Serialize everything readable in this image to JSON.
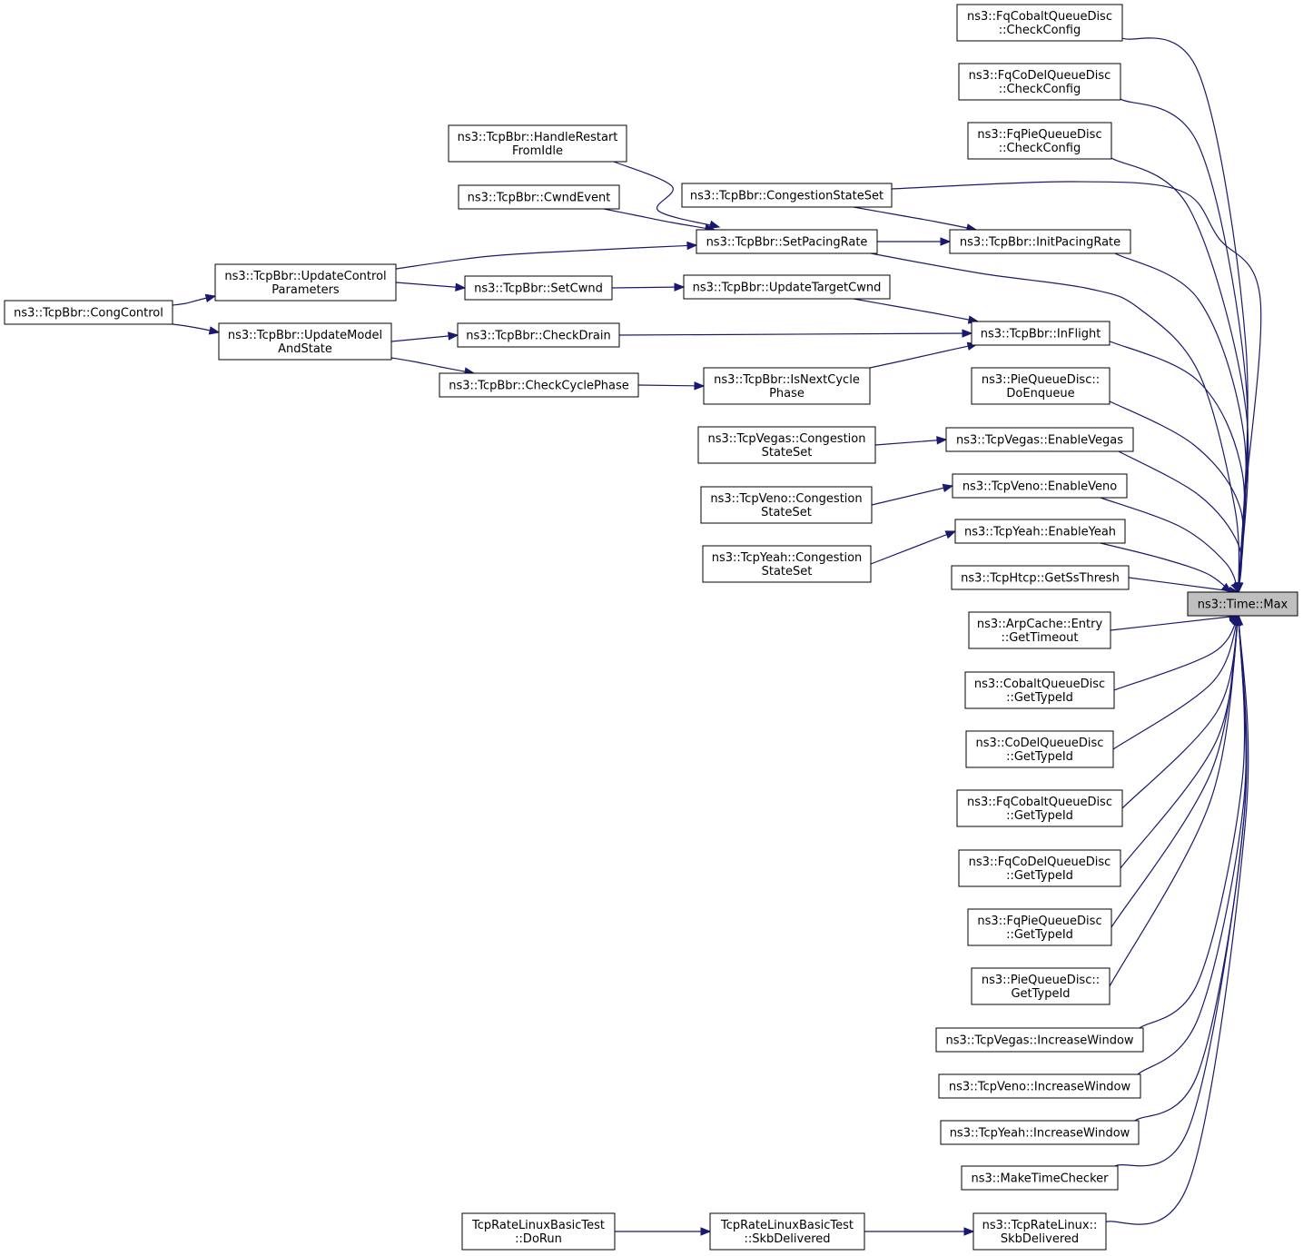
{
  "diagram": {
    "type": "call-graph",
    "target": "max",
    "colors": {
      "edge": "#191970",
      "node_border": "#000000",
      "node_fill": "#ffffff",
      "target_fill": "#bfbfbf"
    },
    "nodes": [
      {
        "id": "max",
        "lines": [
          "ns3::Time::Max"
        ]
      },
      {
        "id": "fqcobalt_checkconfig",
        "lines": [
          "ns3::FqCobaltQueueDisc",
          "::CheckConfig"
        ]
      },
      {
        "id": "fqcodel_checkconfig",
        "lines": [
          "ns3::FqCoDelQueueDisc",
          "::CheckConfig"
        ]
      },
      {
        "id": "fqpie_checkconfig",
        "lines": [
          "ns3::FqPieQueueDisc",
          "::CheckConfig"
        ]
      },
      {
        "id": "bbr_handlerestart",
        "lines": [
          "ns3::TcpBbr::HandleRestart",
          "FromIdle"
        ]
      },
      {
        "id": "bbr_congestionstateset",
        "lines": [
          "ns3::TcpBbr::CongestionStateSet"
        ]
      },
      {
        "id": "bbr_cwndevent",
        "lines": [
          "ns3::TcpBbr::CwndEvent"
        ]
      },
      {
        "id": "bbr_setpacingrate",
        "lines": [
          "ns3::TcpBbr::SetPacingRate"
        ]
      },
      {
        "id": "bbr_initpacingrate",
        "lines": [
          "ns3::TcpBbr::InitPacingRate"
        ]
      },
      {
        "id": "bbr_updatecontrol",
        "lines": [
          "ns3::TcpBbr::UpdateControl",
          "Parameters"
        ]
      },
      {
        "id": "bbr_setcwnd",
        "lines": [
          "ns3::TcpBbr::SetCwnd"
        ]
      },
      {
        "id": "bbr_updatetargetcwnd",
        "lines": [
          "ns3::TcpBbr::UpdateTargetCwnd"
        ]
      },
      {
        "id": "bbr_congcontrol",
        "lines": [
          "ns3::TcpBbr::CongControl"
        ]
      },
      {
        "id": "bbr_updatemodel",
        "lines": [
          "ns3::TcpBbr::UpdateModel",
          "AndState"
        ]
      },
      {
        "id": "bbr_checkdrain",
        "lines": [
          "ns3::TcpBbr::CheckDrain"
        ]
      },
      {
        "id": "bbr_inflight",
        "lines": [
          "ns3::TcpBbr::InFlight"
        ]
      },
      {
        "id": "bbr_checkcyclephase",
        "lines": [
          "ns3::TcpBbr::CheckCyclePhase"
        ]
      },
      {
        "id": "bbr_isnextcycle",
        "lines": [
          "ns3::TcpBbr::IsNextCycle",
          "Phase"
        ]
      },
      {
        "id": "pie_doenqueue",
        "lines": [
          "ns3::PieQueueDisc::",
          "DoEnqueue"
        ]
      },
      {
        "id": "vegas_congestionstateset",
        "lines": [
          "ns3::TcpVegas::Congestion",
          "StateSet"
        ]
      },
      {
        "id": "vegas_enable",
        "lines": [
          "ns3::TcpVegas::EnableVegas"
        ]
      },
      {
        "id": "veno_congestionstateset",
        "lines": [
          "ns3::TcpVeno::Congestion",
          "StateSet"
        ]
      },
      {
        "id": "veno_enable",
        "lines": [
          "ns3::TcpVeno::EnableVeno"
        ]
      },
      {
        "id": "yeah_congestionstateset",
        "lines": [
          "ns3::TcpYeah::Congestion",
          "StateSet"
        ]
      },
      {
        "id": "yeah_enable",
        "lines": [
          "ns3::TcpYeah::EnableYeah"
        ]
      },
      {
        "id": "htcp_getssthresh",
        "lines": [
          "ns3::TcpHtcp::GetSsThresh"
        ]
      },
      {
        "id": "arpcache_gettimeout",
        "lines": [
          "ns3::ArpCache::Entry",
          "::GetTimeout"
        ]
      },
      {
        "id": "cobalt_gettypeid",
        "lines": [
          "ns3::CobaltQueueDisc",
          "::GetTypeId"
        ]
      },
      {
        "id": "codel_gettypeid",
        "lines": [
          "ns3::CoDelQueueDisc",
          "::GetTypeId"
        ]
      },
      {
        "id": "fqcobalt_gettypeid",
        "lines": [
          "ns3::FqCobaltQueueDisc",
          "::GetTypeId"
        ]
      },
      {
        "id": "fqcodel_gettypeid",
        "lines": [
          "ns3::FqCoDelQueueDisc",
          "::GetTypeId"
        ]
      },
      {
        "id": "fqpie_gettypeid",
        "lines": [
          "ns3::FqPieQueueDisc",
          "::GetTypeId"
        ]
      },
      {
        "id": "pie_gettypeid",
        "lines": [
          "ns3::PieQueueDisc::",
          "GetTypeId"
        ]
      },
      {
        "id": "vegas_increasewindow",
        "lines": [
          "ns3::TcpVegas::IncreaseWindow"
        ]
      },
      {
        "id": "veno_increasewindow",
        "lines": [
          "ns3::TcpVeno::IncreaseWindow"
        ]
      },
      {
        "id": "yeah_increasewindow",
        "lines": [
          "ns3::TcpYeah::IncreaseWindow"
        ]
      },
      {
        "id": "maketimechecker",
        "lines": [
          "ns3::MakeTimeChecker"
        ]
      },
      {
        "id": "ratelinux_skbdelivered",
        "lines": [
          "ns3::TcpRateLinux::",
          "SkbDelivered"
        ]
      },
      {
        "id": "test_skbdelivered",
        "lines": [
          "TcpRateLinuxBasicTest",
          "::SkbDelivered"
        ]
      },
      {
        "id": "test_dorun",
        "lines": [
          "TcpRateLinuxBasicTest",
          "::DoRun"
        ]
      }
    ],
    "edges": [
      {
        "from": "fqcobalt_checkconfig",
        "to": "max"
      },
      {
        "from": "fqcodel_checkconfig",
        "to": "max"
      },
      {
        "from": "fqpie_checkconfig",
        "to": "max"
      },
      {
        "from": "bbr_congestionstateset",
        "to": "max"
      },
      {
        "from": "bbr_initpacingrate",
        "to": "max"
      },
      {
        "from": "bbr_setpacingrate",
        "to": "max"
      },
      {
        "from": "bbr_inflight",
        "to": "max"
      },
      {
        "from": "pie_doenqueue",
        "to": "max"
      },
      {
        "from": "vegas_enable",
        "to": "max"
      },
      {
        "from": "veno_enable",
        "to": "max"
      },
      {
        "from": "yeah_enable",
        "to": "max"
      },
      {
        "from": "htcp_getssthresh",
        "to": "max"
      },
      {
        "from": "arpcache_gettimeout",
        "to": "max"
      },
      {
        "from": "cobalt_gettypeid",
        "to": "max"
      },
      {
        "from": "codel_gettypeid",
        "to": "max"
      },
      {
        "from": "fqcobalt_gettypeid",
        "to": "max"
      },
      {
        "from": "fqcodel_gettypeid",
        "to": "max"
      },
      {
        "from": "fqpie_gettypeid",
        "to": "max"
      },
      {
        "from": "pie_gettypeid",
        "to": "max"
      },
      {
        "from": "vegas_increasewindow",
        "to": "max"
      },
      {
        "from": "veno_increasewindow",
        "to": "max"
      },
      {
        "from": "yeah_increasewindow",
        "to": "max"
      },
      {
        "from": "maketimechecker",
        "to": "max"
      },
      {
        "from": "ratelinux_skbdelivered",
        "to": "max"
      },
      {
        "from": "bbr_congestionstateset",
        "to": "bbr_initpacingrate"
      },
      {
        "from": "bbr_setpacingrate",
        "to": "bbr_initpacingrate"
      },
      {
        "from": "bbr_handlerestart",
        "to": "bbr_setpacingrate"
      },
      {
        "from": "bbr_cwndevent",
        "to": "bbr_setpacingrate"
      },
      {
        "from": "bbr_updatecontrol",
        "to": "bbr_setpacingrate"
      },
      {
        "from": "bbr_congcontrol",
        "to": "bbr_updatecontrol"
      },
      {
        "from": "bbr_congcontrol",
        "to": "bbr_updatemodel"
      },
      {
        "from": "bbr_updatecontrol",
        "to": "bbr_setcwnd"
      },
      {
        "from": "bbr_setcwnd",
        "to": "bbr_updatetargetcwnd"
      },
      {
        "from": "bbr_updatetargetcwnd",
        "to": "bbr_inflight"
      },
      {
        "from": "bbr_checkdrain",
        "to": "bbr_inflight"
      },
      {
        "from": "bbr_isnextcycle",
        "to": "bbr_inflight"
      },
      {
        "from": "bbr_updatemodel",
        "to": "bbr_checkdrain"
      },
      {
        "from": "bbr_updatemodel",
        "to": "bbr_checkcyclephase"
      },
      {
        "from": "bbr_checkcyclephase",
        "to": "bbr_isnextcycle"
      },
      {
        "from": "vegas_congestionstateset",
        "to": "vegas_enable"
      },
      {
        "from": "veno_congestionstateset",
        "to": "veno_enable"
      },
      {
        "from": "yeah_congestionstateset",
        "to": "yeah_enable"
      },
      {
        "from": "test_skbdelivered",
        "to": "ratelinux_skbdelivered"
      },
      {
        "from": "test_dorun",
        "to": "test_skbdelivered"
      }
    ]
  }
}
